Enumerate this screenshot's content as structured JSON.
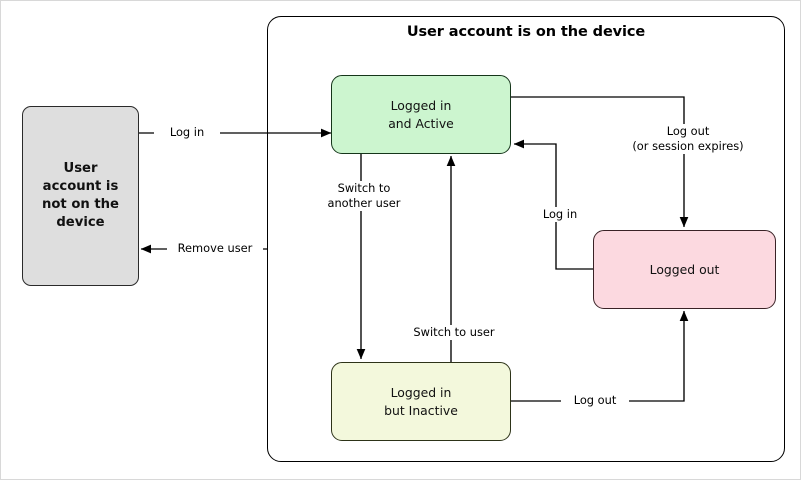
{
  "diagram": {
    "title_group": "User account is on the device",
    "nodes": [
      {
        "id": "not-on-device",
        "label": "User\naccount is\nnot on the\ndevice",
        "color": "#dedede"
      },
      {
        "id": "logged-in-active",
        "label": "Logged in\nand Active",
        "color": "#ccf5cf"
      },
      {
        "id": "logged-out",
        "label": "Logged out",
        "color": "#fcd9e0"
      },
      {
        "id": "logged-in-inactive",
        "label": "Logged in\nbut Inactive",
        "color": "#f3f8dc"
      }
    ],
    "edges": [
      {
        "id": "log-in-enter",
        "label": "Log in",
        "from": "not-on-device",
        "to": "logged-in-active"
      },
      {
        "id": "remove-user",
        "label": "Remove user",
        "from": "logged-in-inactive",
        "to": "not-on-device"
      },
      {
        "id": "switch-another-user",
        "label": "Switch to\nanother user",
        "from": "logged-in-active",
        "to": "logged-in-inactive"
      },
      {
        "id": "switch-to-user",
        "label": "Switch to user",
        "from": "logged-in-inactive",
        "to": "logged-in-active"
      },
      {
        "id": "log-out-session",
        "label": "Log out\n(or session expires)",
        "from": "logged-in-active",
        "to": "logged-out"
      },
      {
        "id": "log-in-back",
        "label": "Log in",
        "from": "logged-out",
        "to": "logged-in-active"
      },
      {
        "id": "log-out-inactive",
        "label": "Log out",
        "from": "logged-in-inactive",
        "to": "logged-out"
      }
    ],
    "stroke_color": "#000000",
    "background": "#ffffff"
  }
}
